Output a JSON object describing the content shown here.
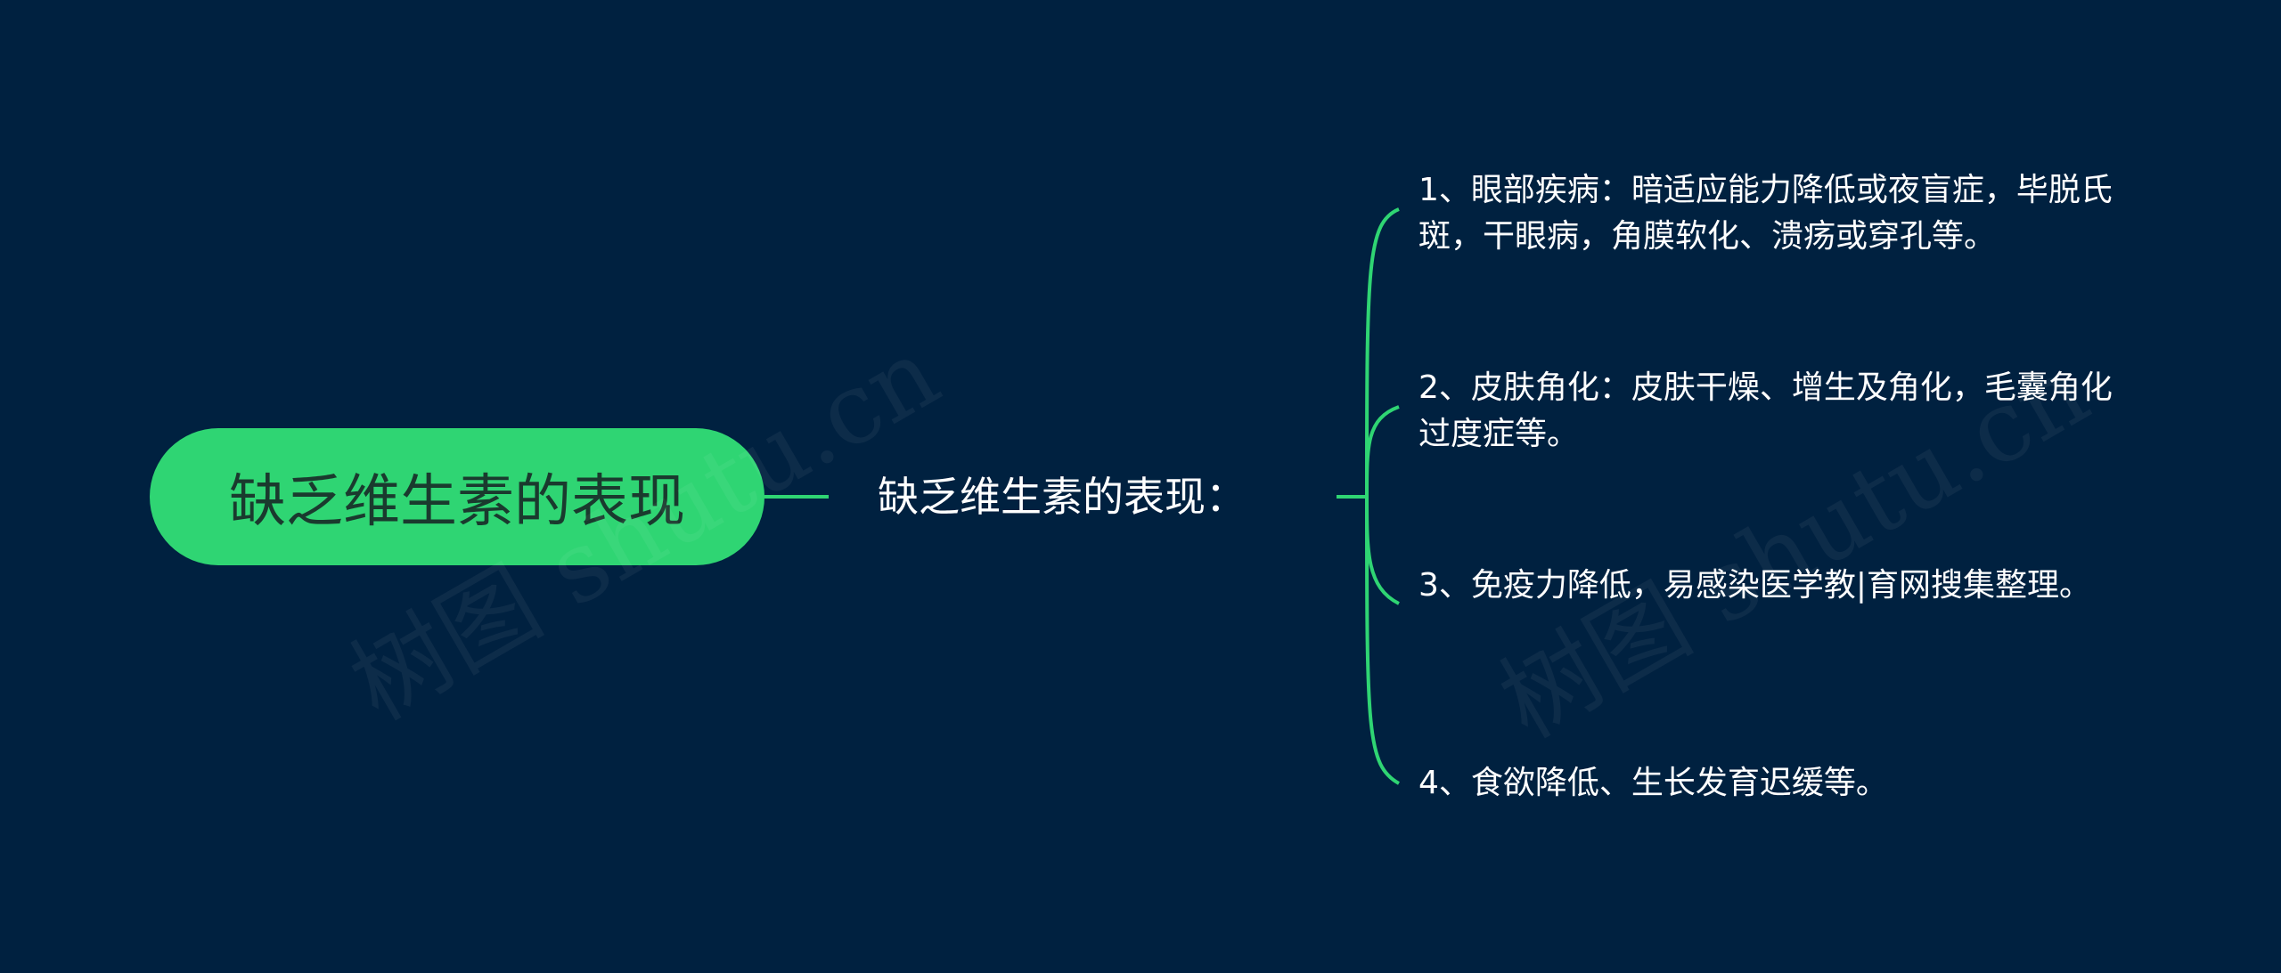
{
  "root": {
    "label": "缺乏维生素的表现"
  },
  "mid": {
    "label": "缺乏维生素的表现："
  },
  "leaves": [
    "1、眼部疾病：暗适应能力降低或夜盲症，毕脱氏斑，干眼病，角膜软化、溃疡或穿孔等。",
    "2、皮肤角化：皮肤干燥、增生及角化，毛囊角化过度症等。",
    "3、免疫力降低，易感染医学教|育网搜集整理。",
    "4、食欲降低、生长发育迟缓等。"
  ],
  "watermark": {
    "text": "树图 shutu.cn"
  },
  "colors": {
    "background": "#002140",
    "accent": "#2fd573",
    "text": "#ffffff",
    "root_text": "#1a3a2e"
  }
}
